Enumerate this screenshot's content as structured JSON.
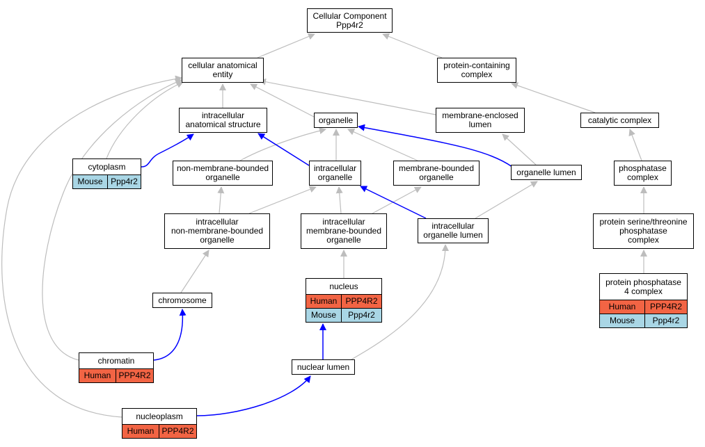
{
  "nodes": {
    "cellular_component": "Cellular Component\nPpp4r2",
    "cellular_anatomical_entity": "cellular anatomical\nentity",
    "protein_containing_complex": "protein-containing\ncomplex",
    "intracellular_anatomical_structure": "intracellular\nanatomical structure",
    "organelle": "organelle",
    "membrane_enclosed_lumen": "membrane-enclosed\nlumen",
    "catalytic_complex": "catalytic complex",
    "cytoplasm": "cytoplasm",
    "non_membrane_bounded_organelle": "non-membrane-bounded\norganelle",
    "intracellular_organelle": "intracellular\norganelle",
    "membrane_bounded_organelle": "membrane-bounded\norganelle",
    "organelle_lumen": "organelle lumen",
    "phosphatase_complex": "phosphatase\ncomplex",
    "intracellular_non_membrane_bounded_organelle": "intracellular\nnon-membrane-bounded\norganelle",
    "intracellular_membrane_bounded_organelle": "intracellular\nmembrane-bounded\norganelle",
    "intracellular_organelle_lumen": "intracellular\norganelle lumen",
    "protein_serine_threonine_phosphatase_complex": "protein serine/threonine\nphosphatase\ncomplex",
    "nucleus": "nucleus",
    "protein_phosphatase_4_complex": "protein phosphatase\n4 complex",
    "chromosome": "chromosome",
    "chromatin": "chromatin",
    "nuclear_lumen": "nuclear lumen",
    "nucleoplasm": "nucleoplasm"
  },
  "annotations": {
    "cytoplasm": [
      {
        "species": "Mouse",
        "gene": "Ppp4r2"
      }
    ],
    "nucleus": [
      {
        "species": "Human",
        "gene": "PPP4R2"
      },
      {
        "species": "Mouse",
        "gene": "Ppp4r2"
      }
    ],
    "protein_phosphatase_4_complex": [
      {
        "species": "Human",
        "gene": "PPP4R2"
      },
      {
        "species": "Mouse",
        "gene": "Ppp4r2"
      }
    ],
    "chromatin": [
      {
        "species": "Human",
        "gene": "PPP4R2"
      }
    ],
    "nucleoplasm": [
      {
        "species": "Human",
        "gene": "PPP4R2"
      }
    ]
  },
  "colors": {
    "Human": "#f26444",
    "Mouse": "#a9d6e5",
    "is_a_edge": "#bdbdbd",
    "part_of_edge": "#0000ff"
  }
}
